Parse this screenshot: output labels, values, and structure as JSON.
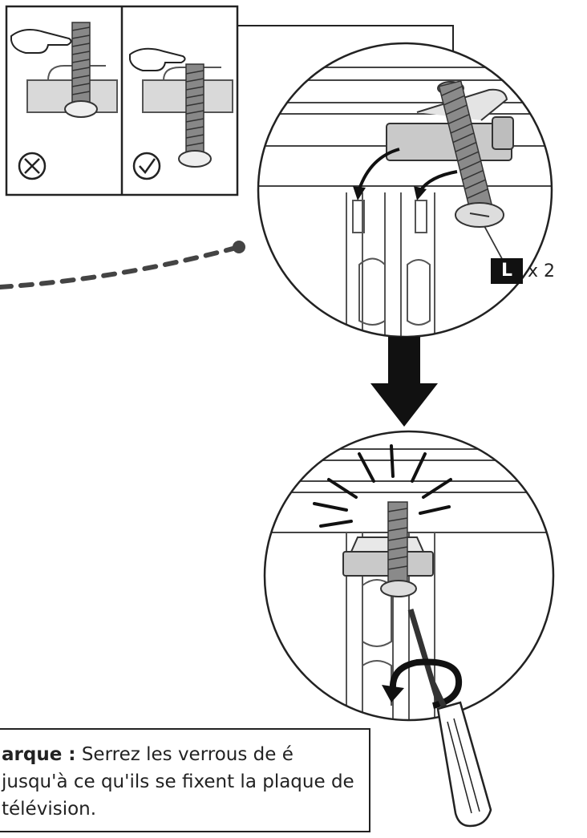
{
  "part": {
    "letter": "L",
    "quantity": "x 2"
  },
  "note": {
    "label": "arque :",
    "text": " Serrez les verrous de é jusqu'à ce qu'ils se fixent la plaque de télévision."
  },
  "colors": {
    "line": "#222222",
    "fill_light": "#d9d9d9",
    "fill_mid": "#bdbdbd",
    "arrow": "#111111"
  },
  "icons": {
    "wrong": "cross-circle-icon",
    "correct": "check-circle-icon"
  }
}
